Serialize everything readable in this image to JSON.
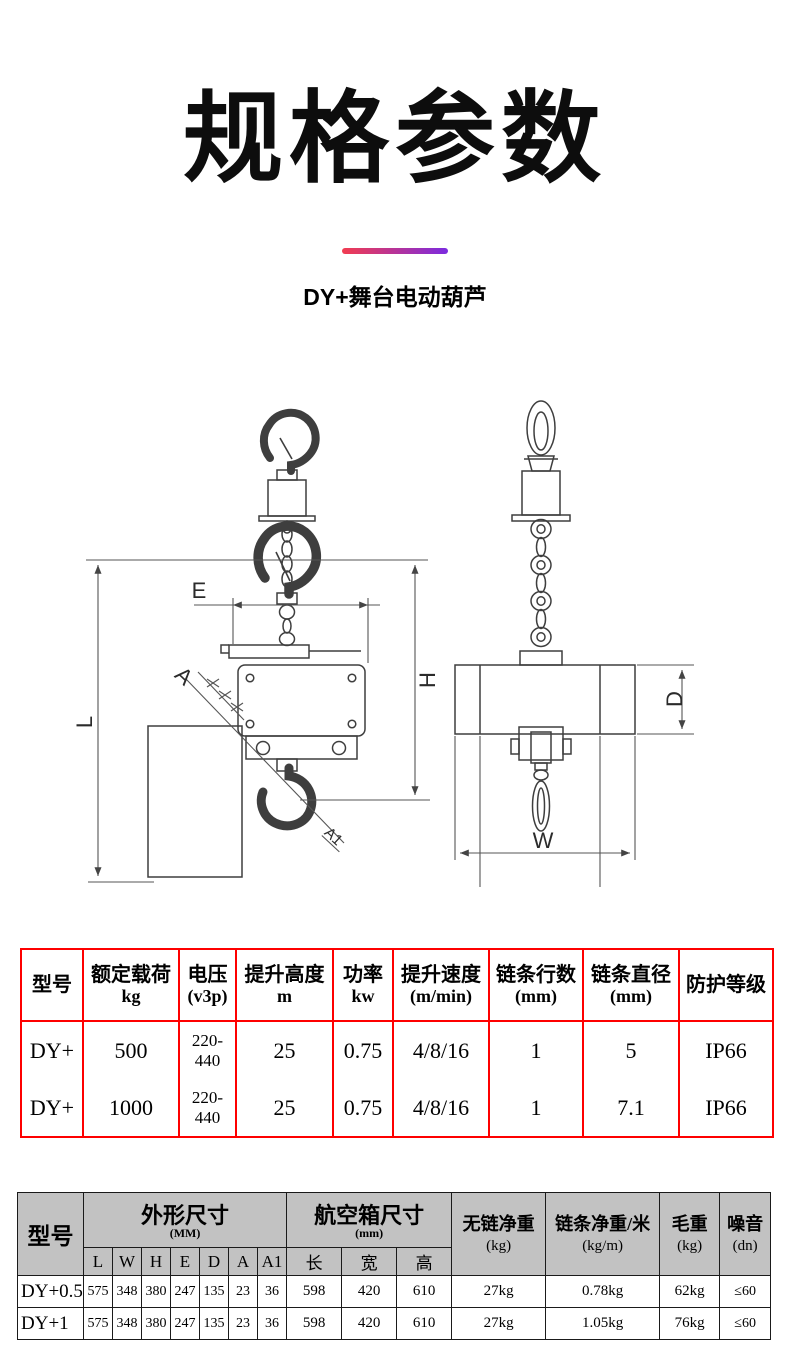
{
  "header": {
    "title": "规格参数",
    "subtitle": "DY+舞台电动葫芦",
    "divider_gradient": {
      "from": "#f23c50",
      "to": "#7b2be0"
    }
  },
  "diagram": {
    "labels": {
      "L": "L",
      "E": "E",
      "A": "A",
      "A1": "A1",
      "H": "H",
      "W": "W",
      "D": "D"
    }
  },
  "spec_table": {
    "border_color": "#fe0000",
    "columns": [
      {
        "title": "型号",
        "unit": ""
      },
      {
        "title": "额定载荷",
        "unit": "kg"
      },
      {
        "title": "电压",
        "unit": "(v3p)"
      },
      {
        "title": "提升高度",
        "unit": "m"
      },
      {
        "title": "功率",
        "unit": "kw"
      },
      {
        "title": "提升速度",
        "unit": "(m/min)"
      },
      {
        "title": "链条行数",
        "unit": "(mm)"
      },
      {
        "title": "链条直径",
        "unit": "(mm)"
      },
      {
        "title": "防护等级",
        "unit": ""
      }
    ],
    "rows": [
      [
        "DY+",
        "500",
        "220-440",
        "25",
        "0.75",
        "4/8/16",
        "1",
        "5",
        "IP66"
      ],
      [
        "DY+",
        "1000",
        "220-440",
        "25",
        "0.75",
        "4/8/16",
        "1",
        "7.1",
        "IP66"
      ]
    ]
  },
  "dim_table": {
    "header_bg": "#c2c2c2",
    "model_header": "型号",
    "outline": {
      "title": "外形尺寸",
      "unit": "(MM)",
      "subcols": [
        "L",
        "W",
        "H",
        "E",
        "D",
        "A",
        "A1"
      ]
    },
    "case": {
      "title": "航空箱尺寸",
      "unit": "(mm)",
      "subcols": [
        "长",
        "宽",
        "高"
      ]
    },
    "net_weight": {
      "title": "无链净重",
      "unit": "(kg)"
    },
    "chain_weight": {
      "title": "链条净重/米",
      "unit": "(kg/m)"
    },
    "gross_weight": {
      "title": "毛重",
      "unit": "(kg)"
    },
    "noise": {
      "title": "噪音",
      "unit": "(dn)"
    },
    "rows": [
      {
        "model": "DY+0.5",
        "dims": [
          "575",
          "348",
          "380",
          "247",
          "135",
          "23",
          "36"
        ],
        "case": [
          "598",
          "420",
          "610"
        ],
        "net": "27kg",
        "chain": "0.78kg",
        "gross": "62kg",
        "noise": "≤60"
      },
      {
        "model": "DY+1",
        "dims": [
          "575",
          "348",
          "380",
          "247",
          "135",
          "23",
          "36"
        ],
        "case": [
          "598",
          "420",
          "610"
        ],
        "net": "27kg",
        "chain": "1.05kg",
        "gross": "76kg",
        "noise": "≤60"
      }
    ]
  }
}
